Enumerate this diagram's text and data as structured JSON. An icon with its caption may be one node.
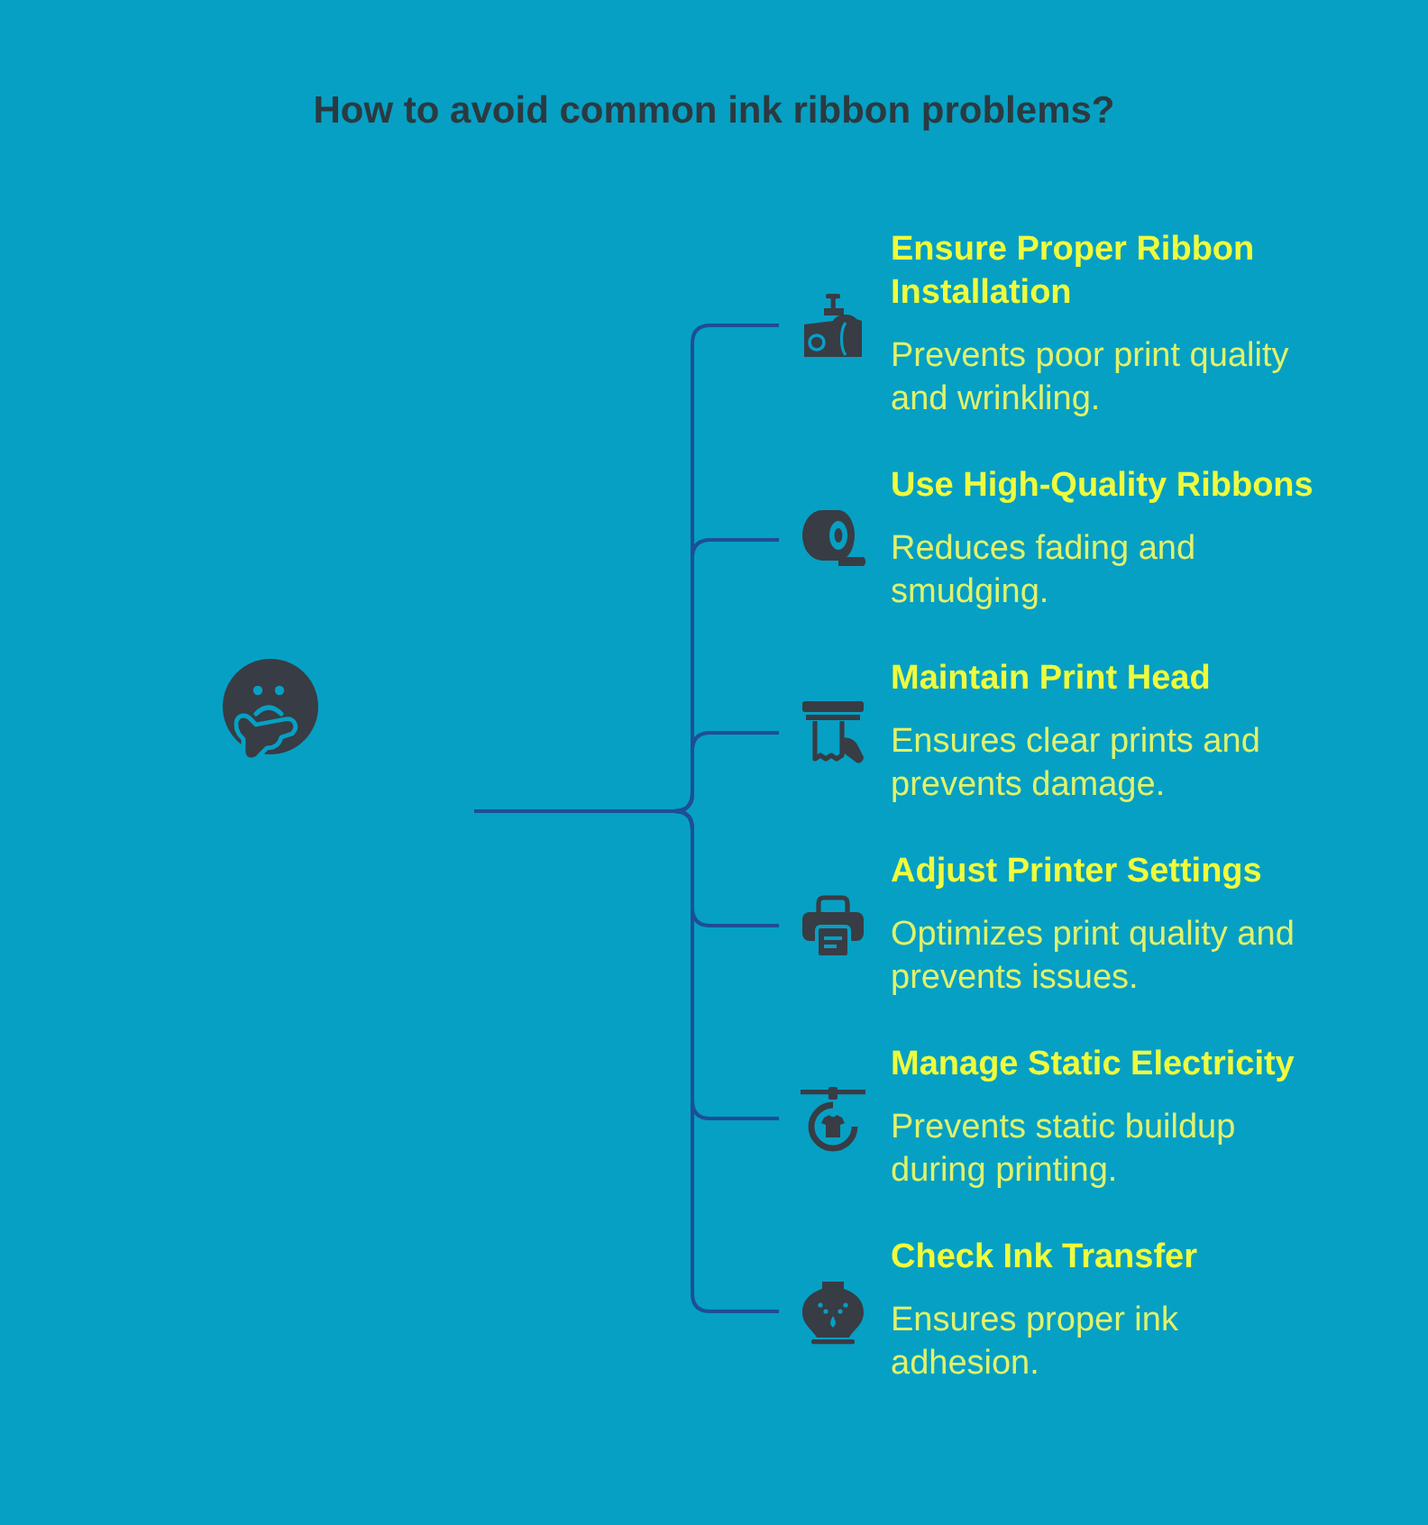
{
  "diagram": {
    "title": "How to avoid common ink ribbon problems?",
    "nodes": [
      {
        "text": [
          "Ensure Proper Ribbon Installation",
          "Prevents poor print quality and wrinkling."
        ]
      },
      {
        "text": [
          "Use High-Quality Ribbons",
          "Reduces fading and smudging."
        ]
      },
      {
        "text": [
          "Maintain Print Head",
          "Ensures clear prints and prevents damage."
        ]
      },
      {
        "text": [
          "Adjust Printer Settings",
          "Optimizes print quality and prevents issues."
        ]
      },
      {
        "text": [
          "Manage Static Electricity",
          "Prevents static buildup during printing."
        ]
      },
      {
        "text": [
          "Check Ink Transfer",
          "Ensures proper ink adhesion."
        ]
      }
    ],
    "edges": [
      {
        "from": null,
        "to": 0,
        "arrow": "none"
      },
      {
        "from": null,
        "to": 1,
        "arrow": "none"
      },
      {
        "from": null,
        "to": 2,
        "arrow": "none"
      },
      {
        "from": null,
        "to": 3,
        "arrow": "none"
      },
      {
        "from": null,
        "to": 4,
        "arrow": "none"
      },
      {
        "from": null,
        "to": 5,
        "arrow": "none"
      }
    ]
  }
}
